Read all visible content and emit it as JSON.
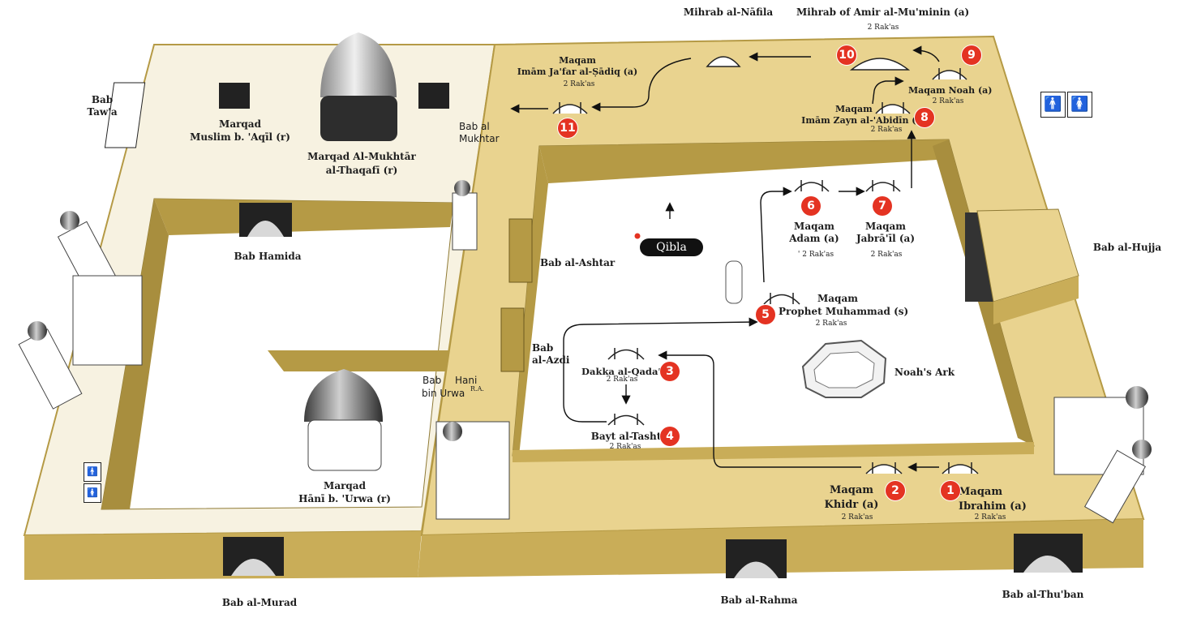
{
  "labels": {
    "bab_tawa": "Bab\nTaw'a",
    "muslim_title": "Marqad",
    "muslim_name": "Muslim b. 'Aqīl (r)",
    "mukhtar_title": "Marqad Al-Mukhtār",
    "mukhtar_name": "al-Thaqafī (r)",
    "bab_mukhtar": "Bab al\nMukhtar",
    "bab_hamida": "Bab Hamida",
    "bab_ashtar": "Bab al-Ashtar",
    "bab_azdi": "Bab\nal-Azdi",
    "bab_hani_1": "Bab",
    "bab_hani_2": "Hani",
    "bab_hani_3": "bin Urwa",
    "bab_hani_sup": "R.A.",
    "hani_title": "Marqad",
    "hani_name": "Hānī b. 'Urwa (r)",
    "bab_murad": "Bab al-Murad",
    "bab_rahma": "Bab al-Rahma",
    "bab_thuban": "Bab al-Thu'ban",
    "bab_hujja": "Bab al-Hujja",
    "mihrab_nafila": "Mihrab al-Nāfila",
    "mihrab_amir": "Mihrab of Amir al-Mu'minin (a)",
    "mihrab_amir_rakas": "2 Rak'as",
    "qibla": "Qibla",
    "noahs_ark": "Noah's Ark",
    "maqam_jafar": "Maqam\nImām Ja'far al-Ṣādiq (a)",
    "maqam_jafar_rakas": "2 Rak'as",
    "maqam_noah": "Maqam Noah (a)",
    "maqam_noah_rakas": "2 Rak'as",
    "maqam_zayn_1": "Maqam",
    "maqam_zayn_2": "Imām Zayn al-'Abidīn (a)",
    "maqam_zayn_rakas": "2 Rak'as",
    "maqam_adam": "Maqam\nAdam (a)",
    "maqam_adam_rakas": "' 2 Rak'as",
    "maqam_jibril": "Maqam\nJabrā'īl (a)",
    "maqam_jibril_rakas": "2 Rak'as",
    "maqam_muhammad_1": "Maqam",
    "maqam_muhammad_2": "Prophet Muhammad (s)",
    "maqam_muhammad_rakas": "2 Rak'as",
    "dakka": "Dakka al-Qada'",
    "dakka_rakas": "2 Rak'as",
    "bayt_tasht": "Bayt al-Tasht",
    "bayt_tasht_rakas": "2 Rak'as",
    "maqam_khidr": "Maqam\nKhidr (a)",
    "maqam_khidr_rakas": "2 Rak'as",
    "maqam_ibrahim": "Maqam\nIbrahim (a)",
    "maqam_ibrahim_rakas": "2 Rak'as"
  },
  "numbers": [
    "1",
    "2",
    "3",
    "4",
    "5",
    "6",
    "7",
    "8",
    "9",
    "10",
    "11"
  ],
  "restroom_icons": [
    "male-restroom-icon",
    "female-restroom-icon"
  ],
  "colors": {
    "floor": "#e9d38f",
    "wall": "#b59a45",
    "courtyard": "#ffffff",
    "marker": "#e43322"
  }
}
